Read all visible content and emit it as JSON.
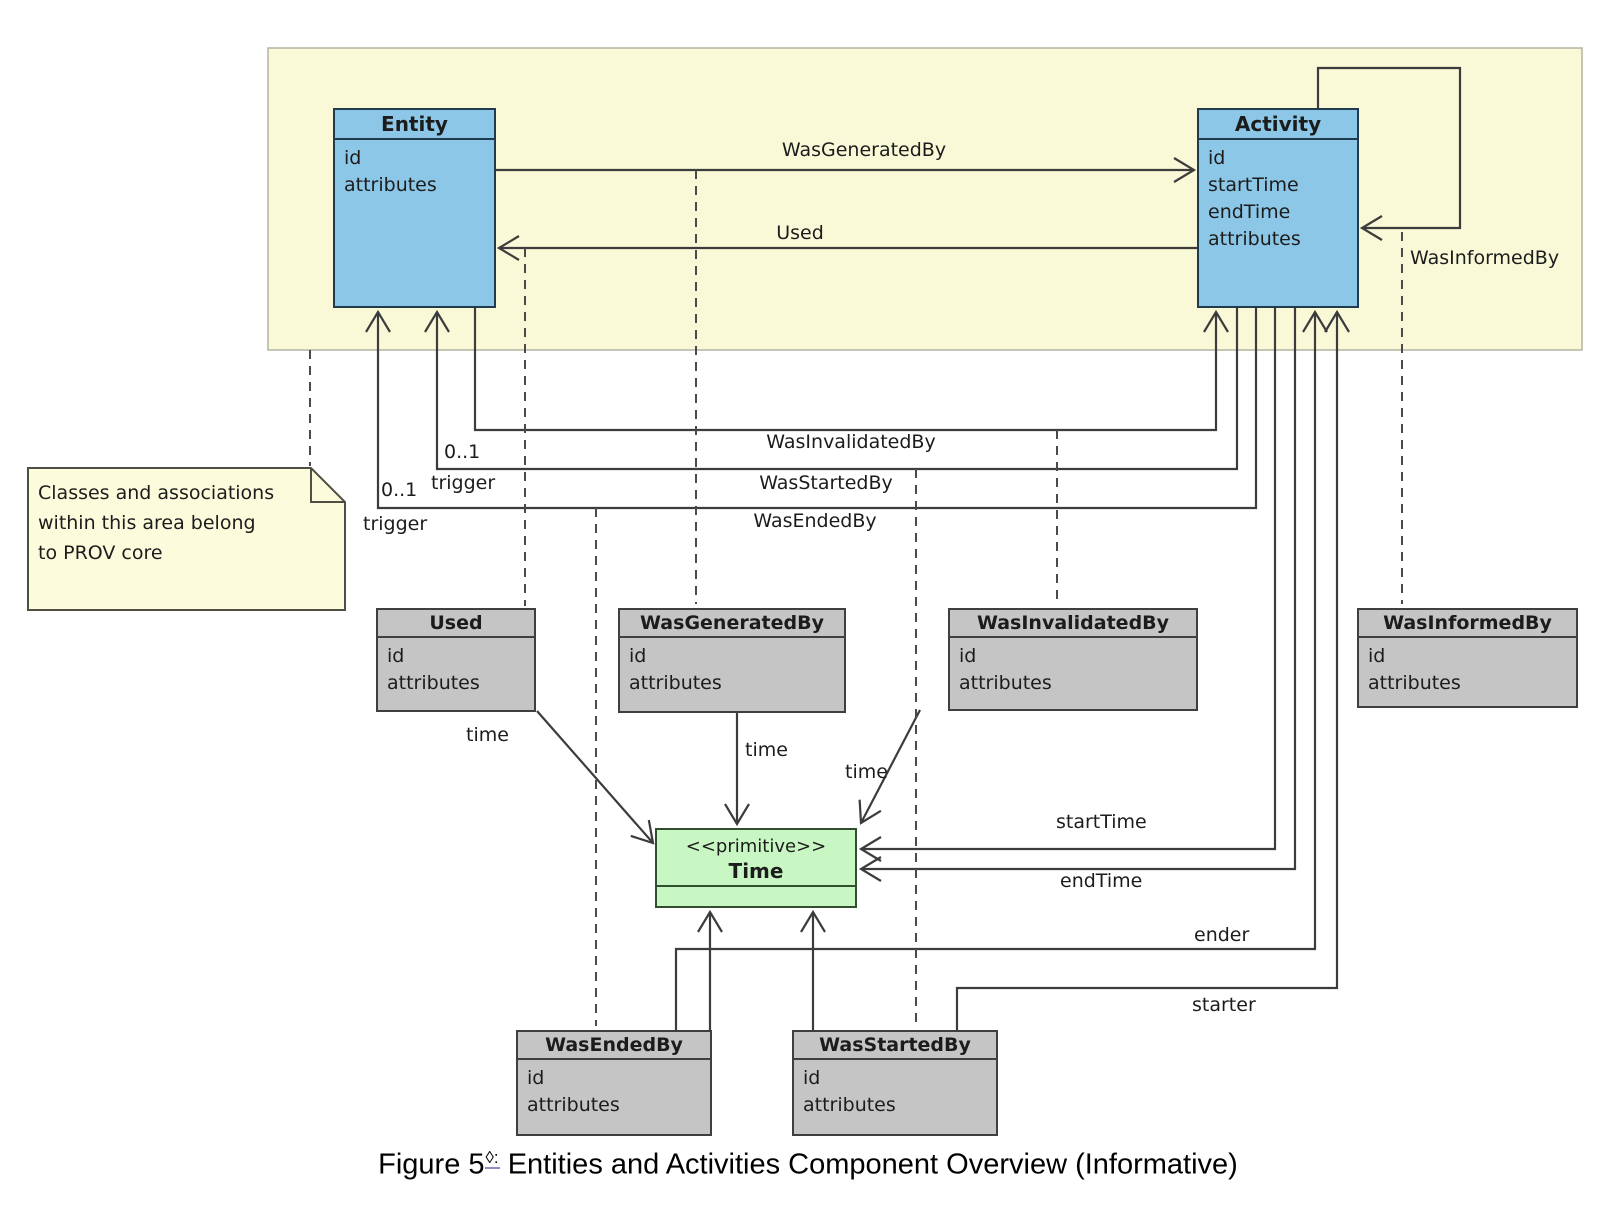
{
  "caption": {
    "prefix": "Figure 5",
    "anchor": "◊:",
    "rest": " Entities and Activities Component Overview (Informative)"
  },
  "note": {
    "line1": "Classes and associations",
    "line2": "within this area belong",
    "line3": "to PROV core"
  },
  "boxes": {
    "entity": {
      "title": "Entity",
      "attrs": [
        "id",
        "attributes"
      ]
    },
    "activity": {
      "title": "Activity",
      "attrs": [
        "id",
        "startTime",
        "endTime",
        "attributes"
      ]
    },
    "used": {
      "title": "Used",
      "attrs": [
        "id",
        "attributes"
      ]
    },
    "wasGeneratedBy": {
      "title": "WasGeneratedBy",
      "attrs": [
        "id",
        "attributes"
      ]
    },
    "wasInvalidatedBy": {
      "title": "WasInvalidatedBy",
      "attrs": [
        "id",
        "attributes"
      ]
    },
    "wasInformedBy": {
      "title": "WasInformedBy",
      "attrs": [
        "id",
        "attributes"
      ]
    },
    "wasEndedBy": {
      "title": "WasEndedBy",
      "attrs": [
        "id",
        "attributes"
      ]
    },
    "wasStartedBy": {
      "title": "WasStartedBy",
      "attrs": [
        "id",
        "attributes"
      ]
    },
    "time": {
      "stereotype": "<<primitive>>",
      "title": "Time"
    }
  },
  "edge_labels": {
    "wasGeneratedBy": "WasGeneratedBy",
    "used": "Used",
    "wasInformedBy": "WasInformedBy",
    "wasInvalidatedBy": "WasInvalidatedBy",
    "wasStartedBy": "WasStartedBy",
    "wasEndedBy": "WasEndedBy",
    "trigger": "trigger",
    "multiplicity": "0..1",
    "time": "time",
    "startTime": "startTime",
    "endTime": "endTime",
    "ender": "ender",
    "starter": "starter"
  },
  "colors": {
    "class_fill": "#8cc7e8",
    "association_fill": "#c5c5c5",
    "primitive_fill": "#c9f7c4",
    "core_area_fill": "#f9f9d8",
    "note_fill": "#fcfbdc",
    "line": "#3c3c3c"
  }
}
